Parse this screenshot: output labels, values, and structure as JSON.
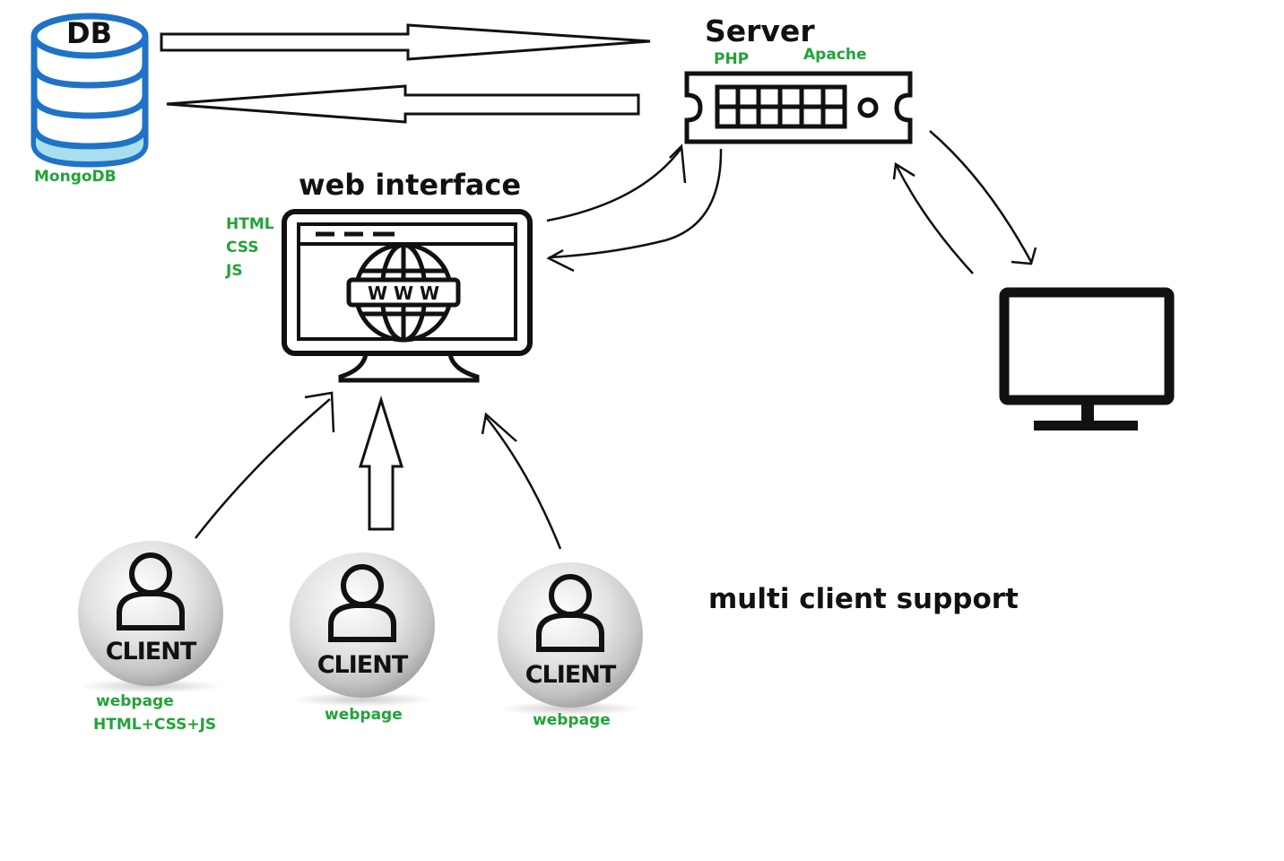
{
  "db": {
    "title": "DB",
    "caption": "MongoDB"
  },
  "server": {
    "title": "Server",
    "tech_left": "PHP",
    "tech_right": "Apache"
  },
  "web_interface": {
    "title": "web interface",
    "tech": [
      "HTML",
      "CSS",
      "JS"
    ]
  },
  "clients": [
    {
      "label": "CLIENT",
      "caption": "webpage",
      "caption2": "HTML+CSS+JS"
    },
    {
      "label": "CLIENT",
      "caption": "webpage"
    },
    {
      "label": "CLIENT",
      "caption": "webpage"
    }
  ],
  "note": "multi client support",
  "colors": {
    "accent_text": "#22a33a",
    "db_blue": "#1e73c8",
    "db_light": "#a9def0",
    "ink": "#111111"
  },
  "icons": [
    "database-icon",
    "server-icon",
    "web-monitor-icon",
    "globe-icon",
    "monitor-icon",
    "client-user-icon"
  ]
}
